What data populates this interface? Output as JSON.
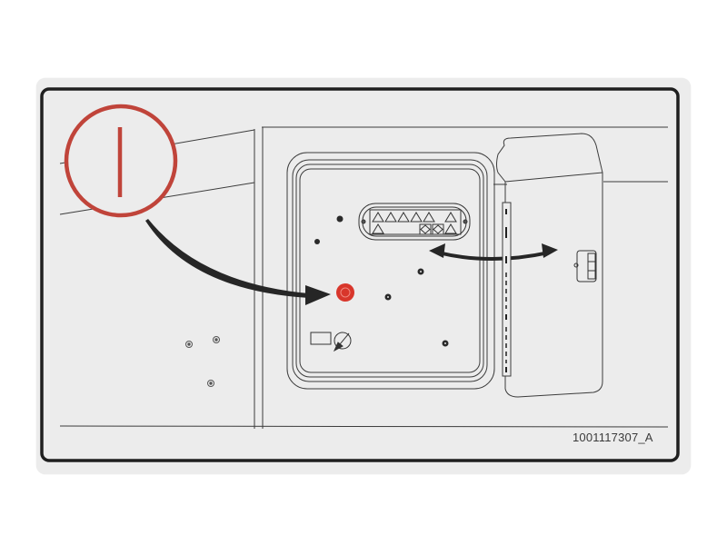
{
  "label": {
    "part_number": "1001117307_A",
    "colors": {
      "background": "#ececec",
      "border": "#1f1f1f",
      "line": "#3c3c3c",
      "power_symbol": "#c0443a",
      "emergency_button": "#d8362b",
      "arrow": "#262626"
    }
  },
  "symbols": {
    "power_symbol": "power-on-icon",
    "emergency_stop": "emergency-stop-button-icon",
    "arrow_to_button": "curved-arrow-icon",
    "door_swing": "double-headed-arrow-icon",
    "warning_strip": "warning-triangle-row-icon",
    "key_switch": "key-switch-icon",
    "door_latch": "latch-icon"
  },
  "warning_strip": {
    "triangles_top": 6,
    "triangles_bottom": 2,
    "square_indicators": 2
  }
}
